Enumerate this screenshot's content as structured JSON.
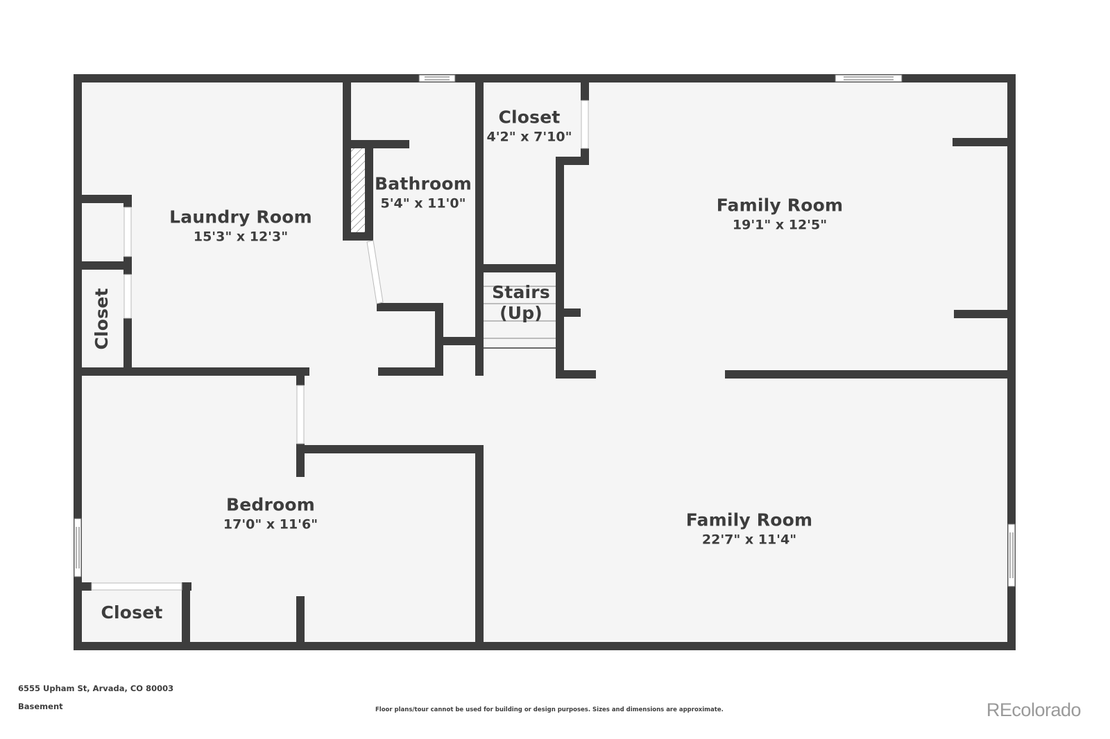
{
  "colors": {
    "wall": "#3d3d3d",
    "floor": "#f5f5f5",
    "background": "#ffffff",
    "opening": "#ffffff",
    "text": "#3d3d3d",
    "brand": "#9a9a9a"
  },
  "rooms": [
    {
      "name": "Laundry Room",
      "dims": "15'3\" x 12'3\""
    },
    {
      "name": "Bathroom",
      "dims": "5'4\" x 11'0\""
    },
    {
      "name": "Closet",
      "dims": "4'2\" x 7'10\""
    },
    {
      "name": "Family Room",
      "dims": "19'1\" x 12'5\""
    },
    {
      "name": "Closet",
      "dims": ""
    },
    {
      "name": "Stairs",
      "dims": "(Up)"
    },
    {
      "name": "Bedroom",
      "dims": "17'0\" x 11'6\""
    },
    {
      "name": "Family Room",
      "dims": "22'7\" x 11'4\""
    },
    {
      "name": "Closet",
      "dims": ""
    }
  ],
  "footer": {
    "address": "6555 Upham St, Arvada, CO 80003",
    "floor": "Basement",
    "disclaimer": "Floor plans/tour cannot be used for building or design purposes. Sizes and dimensions are approximate.",
    "brand": "REcolorado"
  }
}
